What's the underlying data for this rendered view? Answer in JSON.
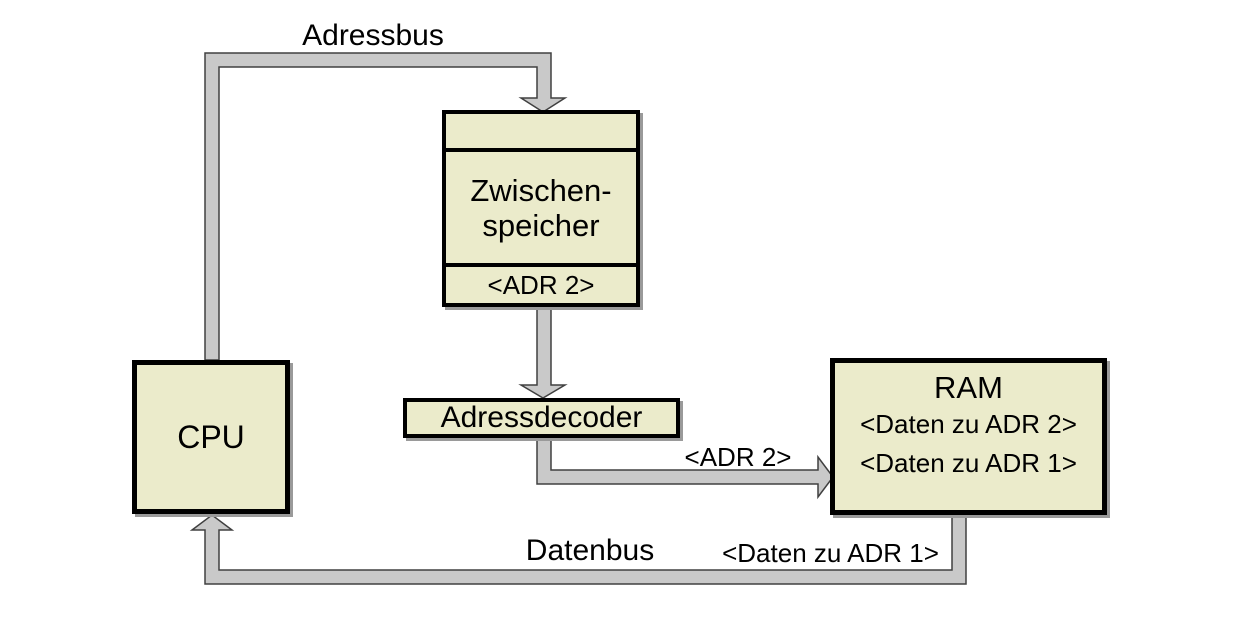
{
  "diagram": {
    "description": "Memory access schematic: CPU reads RAM via address bus, Zwischenspeicher (latch), Adressdecoder and data bus",
    "colors": {
      "background": "#FFFFFF",
      "box_fill": "#EBEBCB",
      "box_border": "#000000",
      "bus_fill": "#C9C9C9",
      "bus_outline": "#404040",
      "text": "#000000"
    },
    "nodes": {
      "cpu": {
        "label": "CPU"
      },
      "buffer": {
        "label_line1": "Zwischen-",
        "label_line2": "speicher",
        "register_value": "<ADR 2>"
      },
      "decoder": {
        "label": "Adressdecoder"
      },
      "ram": {
        "label": "RAM",
        "cell1": "<Daten zu ADR 2>",
        "cell2": "<Daten zu ADR 1>"
      }
    },
    "buses": {
      "address_bus": {
        "label": "Adressbus",
        "from": "CPU",
        "to": "Zwischenspeicher"
      },
      "buffer_to_decoder": {
        "label": "",
        "from": "Zwischenspeicher",
        "to": "Adressdecoder"
      },
      "decoder_to_ram": {
        "label": "<ADR 2>",
        "from": "Adressdecoder",
        "to": "RAM"
      },
      "data_bus": {
        "label": "Datenbus",
        "payload": "<Daten zu ADR 1>",
        "from": "RAM",
        "to": "CPU"
      }
    }
  }
}
